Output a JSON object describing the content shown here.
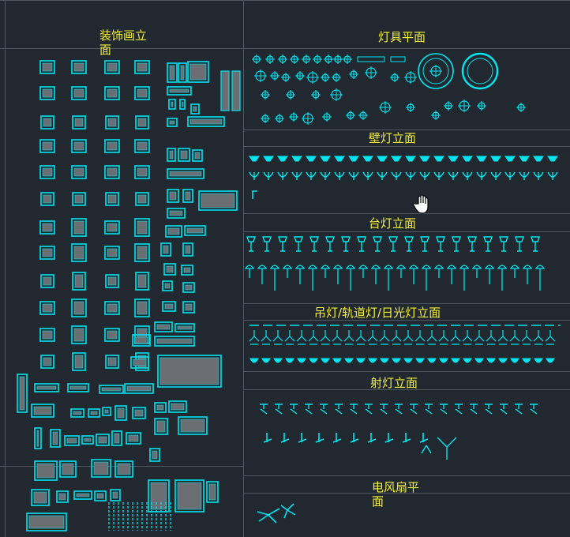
{
  "sections": {
    "decor_elevation": "装饰画立\n面",
    "lamp_plan": "灯具平面",
    "wall_lamp": "壁灯立面",
    "table_lamp": "台灯立面",
    "pendant_lamp": "吊灯/轨道灯/日光灯立面",
    "spot_lamp": "射灯立面",
    "ceiling_fan": "电风扇平\n面"
  },
  "colors": {
    "background": "#212830",
    "grid_line": "#4f5862",
    "label": "#f4ee3a",
    "cad_cyan": "#00e5f0",
    "fill_gray": "#6b6f74"
  },
  "icons": {
    "cursor": "hand-pointer-icon"
  }
}
